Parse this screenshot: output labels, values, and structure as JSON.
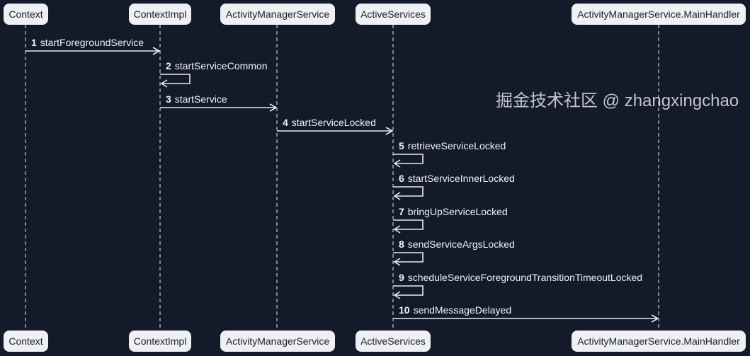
{
  "participants": [
    {
      "id": "context",
      "name": "Context"
    },
    {
      "id": "contextimpl",
      "name": "ContextImpl"
    },
    {
      "id": "ams",
      "name": "ActivityManagerService"
    },
    {
      "id": "activeservices",
      "name": "ActiveServices"
    },
    {
      "id": "mainhandler",
      "name": "ActivityManagerService.MainHandler"
    }
  ],
  "messages": [
    {
      "n": "1",
      "label": "startForegroundService",
      "from": "context",
      "to": "contextimpl"
    },
    {
      "n": "2",
      "label": "startServiceCommon",
      "from": "contextimpl",
      "to": "contextimpl"
    },
    {
      "n": "3",
      "label": "startService",
      "from": "contextimpl",
      "to": "ams"
    },
    {
      "n": "4",
      "label": "startServiceLocked",
      "from": "ams",
      "to": "activeservices"
    },
    {
      "n": "5",
      "label": "retrieveServiceLocked",
      "from": "activeservices",
      "to": "activeservices"
    },
    {
      "n": "6",
      "label": "startServiceInnerLocked",
      "from": "activeservices",
      "to": "activeservices"
    },
    {
      "n": "7",
      "label": "bringUpServiceLocked",
      "from": "activeservices",
      "to": "activeservices"
    },
    {
      "n": "8",
      "label": "sendServiceArgsLocked",
      "from": "activeservices",
      "to": "activeservices"
    },
    {
      "n": "9",
      "label": "scheduleServiceForegroundTransitionTimeoutLocked",
      "from": "activeservices",
      "to": "activeservices"
    },
    {
      "n": "10",
      "label": "sendMessageDelayed",
      "from": "activeservices",
      "to": "mainhandler"
    }
  ],
  "watermark": "掘金技术社区 @ zhangxingchao",
  "colors": {
    "background": "#131a29",
    "participant_box": "#eef0f3",
    "line": "#e8ebef"
  }
}
